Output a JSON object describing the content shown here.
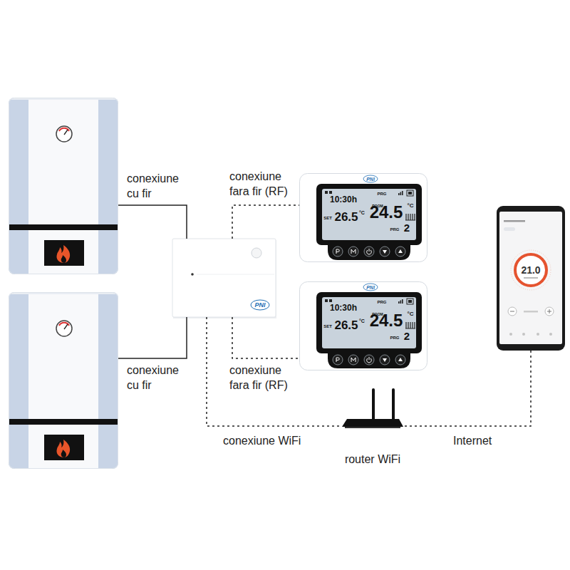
{
  "diagram": {
    "nodes": [
      {
        "text": []
      },
      {
        "text": []
      },
      {
        "text": [
          "PNI"
        ]
      },
      {
        "text": [
          "PNI",
          "10:30h",
          "SET",
          "26.5",
          "°C",
          "PRG",
          "ROOM",
          "24.5",
          "°C",
          "PRG",
          "2"
        ]
      },
      {
        "text": [
          "PNI",
          "10:30h",
          "SET",
          "26.5",
          "°C",
          "PRG",
          "ROOM",
          "24.5",
          "°C",
          "PRG",
          "2"
        ]
      },
      {
        "text": [
          "router WiFi"
        ]
      },
      {
        "text": [
          "21.0"
        ]
      }
    ],
    "edges": [
      {
        "from": 0,
        "to": 2,
        "arrow": "none",
        "label": "conexiune cu fir"
      },
      {
        "from": 1,
        "to": 2,
        "arrow": "none",
        "label": "conexiune cu fir"
      },
      {
        "from": 2,
        "to": 3,
        "arrow": "none",
        "label": "conexiune fara fir (RF)"
      },
      {
        "from": 2,
        "to": 4,
        "arrow": "none",
        "label": "conexiune fara fir (RF)"
      },
      {
        "from": 2,
        "to": 5,
        "arrow": "none",
        "label": "conexiune WiFi"
      },
      {
        "from": 5,
        "to": 6,
        "arrow": "none",
        "label": "Internet"
      }
    ]
  }
}
